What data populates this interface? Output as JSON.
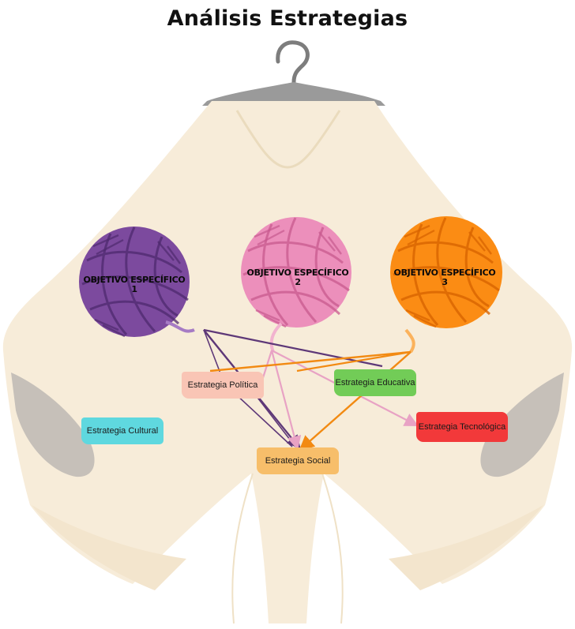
{
  "title": "Análisis Estrategias",
  "objectives": [
    {
      "label": "OBJETIVO ESPECÍFICO",
      "number": "1",
      "color": "#7c4a9e",
      "stroke": "#4e2a6e"
    },
    {
      "label": "OBJETIVO ESPECÍFICO",
      "number": "2",
      "color": "#ec8fbb",
      "stroke": "#c85a8e"
    },
    {
      "label": "OBJETIVO ESPECÍFICO",
      "number": "3",
      "color": "#fb8c14",
      "stroke": "#d86400"
    }
  ],
  "strategies": [
    {
      "label": "Estrategia Política",
      "color": "#f9c5b5"
    },
    {
      "label": "Estrategia Educativa",
      "color": "#72cc57"
    },
    {
      "label": "Estrategia Cultural",
      "color": "#5fd8df"
    },
    {
      "label": "Estrategia Tecnológica",
      "color": "#f2393a"
    },
    {
      "label": "Estrategia Social",
      "color": "#f7be6a"
    }
  ],
  "poncho_color": "#f7ecd9"
}
